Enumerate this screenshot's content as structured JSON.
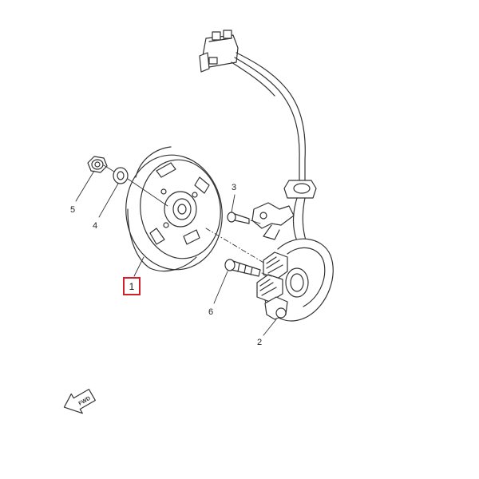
{
  "callouts": {
    "part1": "1",
    "part2": "2",
    "part3": "3",
    "part4": "4",
    "part5": "5",
    "part6": "6"
  },
  "direction": {
    "fwd_label": "FWD"
  },
  "highlight": {
    "part": "1",
    "color": "#d0202a"
  }
}
